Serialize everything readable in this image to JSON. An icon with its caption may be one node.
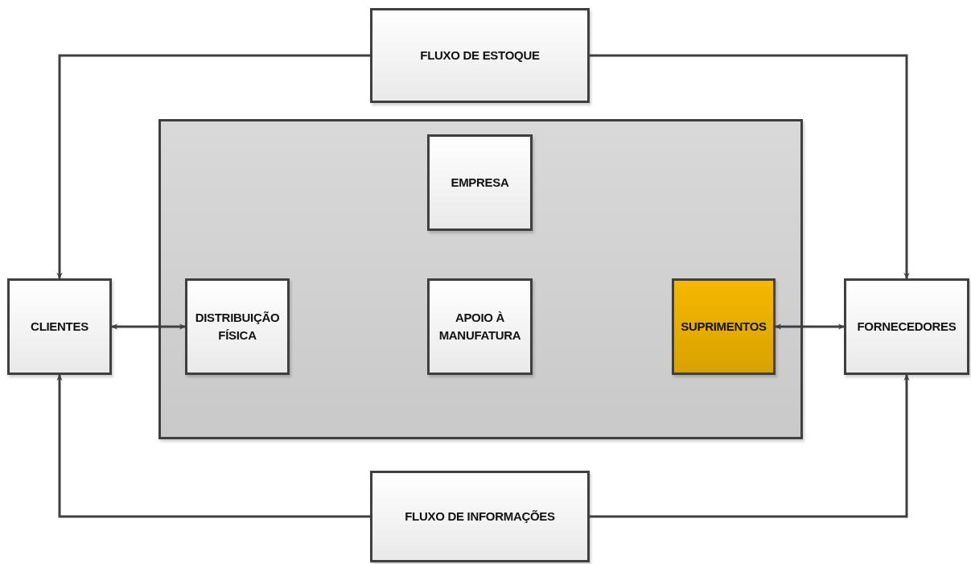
{
  "diagram": {
    "nodes": [
      {
        "text": [
          "FLUXO DE ESTOQUE"
        ]
      },
      {
        "text": [],
        "shape": "box"
      },
      {
        "text": [
          "EMPRESA"
        ],
        "in": 1
      },
      {
        "text": [
          "CLIENTES"
        ]
      },
      {
        "text": [
          "DISTRIBUIÇÃO FÍSICA"
        ],
        "in": 1
      },
      {
        "text": [
          "APOIO À MANUFATURA"
        ],
        "in": 1
      },
      {
        "text": [
          "SUPRIMENTOS"
        ],
        "in": 1
      },
      {
        "text": [
          "FORNECEDORES"
        ]
      },
      {
        "text": [
          "FLUXO DE INFORMAÇÕES"
        ]
      }
    ],
    "edges": [
      {
        "from": 0,
        "to": 3,
        "arrow": "to"
      },
      {
        "from": 0,
        "to": 7,
        "arrow": "to"
      },
      {
        "from": 3,
        "to": 4,
        "arrow": "both"
      },
      {
        "from": 6,
        "to": 7,
        "arrow": "both"
      },
      {
        "from": 8,
        "to": 3,
        "arrow": "to"
      },
      {
        "from": 8,
        "to": 7,
        "arrow": "to"
      }
    ]
  }
}
